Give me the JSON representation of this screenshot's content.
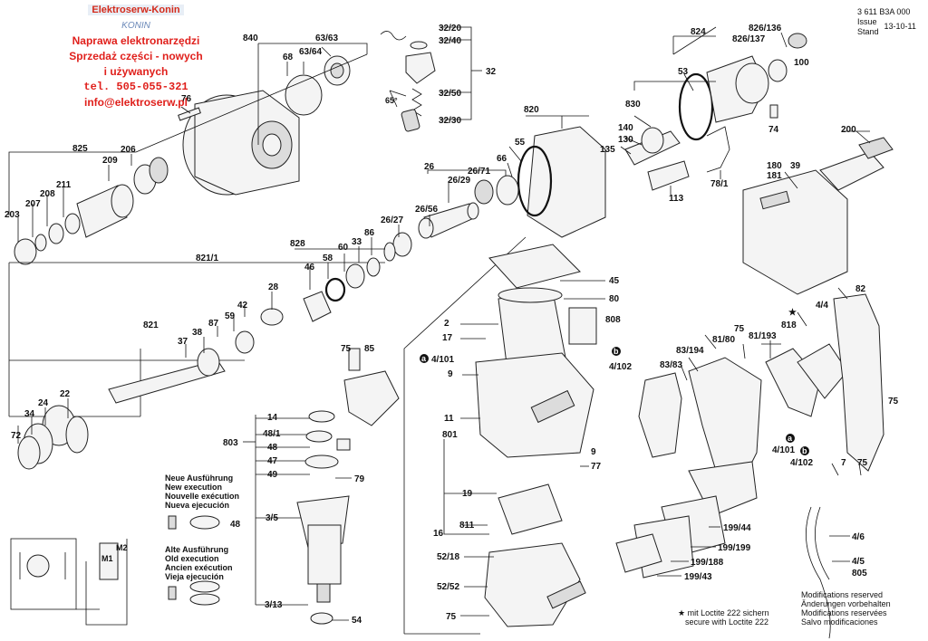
{
  "watermark": {
    "brand": "Elektroserw-Konin",
    "konin": "KONIN",
    "line1": "Naprawa elektronarzędzi",
    "line2": "Sprzedaż części - nowych",
    "line3": "i używanych",
    "phone": "tel. 505-055-321",
    "email": "info@elektroserw.pl"
  },
  "header": {
    "number": "3 611 B3A 000",
    "issue": "Issue",
    "stand": "Stand",
    "date": "13-10-11"
  },
  "new_version": [
    "Neue Ausführung",
    "New execution",
    "Nouvelle exécution",
    "Nueva ejecución"
  ],
  "old_version": [
    "Alte Ausführung",
    "Old execution",
    "Ancien exécution",
    "Vieja ejecución"
  ],
  "loctite": [
    "★ mit Loctite 222 sichern",
    "secure with Loctite 222"
  ],
  "modifications": [
    "Modifications reserved",
    "Änderungen vorbehalten",
    "Modifications reservées",
    "Salvo modificaciones"
  ],
  "angle": "65°",
  "labels": {
    "l840": "840",
    "l6363": "63/63",
    "l68": "68",
    "l6364": "63/64",
    "l76": "76",
    "l825": "825",
    "l206": "206",
    "l209": "209",
    "l211": "211",
    "l208": "208",
    "l207": "207",
    "l203": "203",
    "l3220": "32/20",
    "l3240": "32/40",
    "l32": "32",
    "l3250": "32/50",
    "l3230": "32/30",
    "l26": "26",
    "l2671": "26/71",
    "l2629": "26/29",
    "l2656": "26/56",
    "l2627": "26/27",
    "l820": "820",
    "l55": "55",
    "l66": "66",
    "l824": "824",
    "l826136": "826/136",
    "l826137": "826/137",
    "l100": "100",
    "l53": "53",
    "l830": "830",
    "l140": "140",
    "l130": "130",
    "l135": "135",
    "l74": "74",
    "l113": "113",
    "l781": "78/1",
    "l200": "200",
    "l180": "180",
    "l181": "181",
    "l39": "39",
    "l828": "828",
    "l8211": "821/1",
    "l86": "86",
    "l33": "33",
    "l60": "60",
    "l58": "58",
    "l46": "46",
    "l28": "28",
    "l42": "42",
    "l59": "59",
    "l87": "87",
    "l821": "821",
    "l38": "38",
    "l37": "37",
    "l22": "22",
    "l24": "24",
    "l34": "34",
    "l72": "72",
    "l45": "45",
    "l80": "80",
    "l2": "2",
    "l808": "808",
    "l17": "17",
    "l4101": "4/101",
    "l4102": "4/102",
    "l9": "9",
    "l11": "11",
    "l801": "801",
    "l9b": "9",
    "l77": "77",
    "l19": "19",
    "l16": "16",
    "l811": "811",
    "l5218": "52/18",
    "l5252": "52/52",
    "l75c": "75",
    "l75a": "75",
    "l85": "85",
    "l14": "14",
    "l481": "48/1",
    "l803": "803",
    "l48": "48",
    "l47": "47",
    "l49": "49",
    "l79": "79",
    "l35": "3/5",
    "l48b": "48",
    "l313": "3/13",
    "l54": "54",
    "l82": "82",
    "l44": "4/4",
    "l818": "818",
    "l75r": "75",
    "l8180": "81/80",
    "l81193": "81/193",
    "l83194": "83/194",
    "l8383": "83/83",
    "l4101b": "4/101",
    "l4102b": "4/102",
    "l7": "7",
    "l75d": "75",
    "l75e": "75",
    "l46b": "4/6",
    "l45b": "4/5",
    "l805": "805",
    "l19944": "199/44",
    "l199199": "199/199",
    "l199188": "199/188",
    "l19943": "199/43",
    "a": "a",
    "b": "b",
    "a2": "a",
    "b2": "b",
    "star": "★",
    "m2": "M2",
    "m1": "M1"
  }
}
